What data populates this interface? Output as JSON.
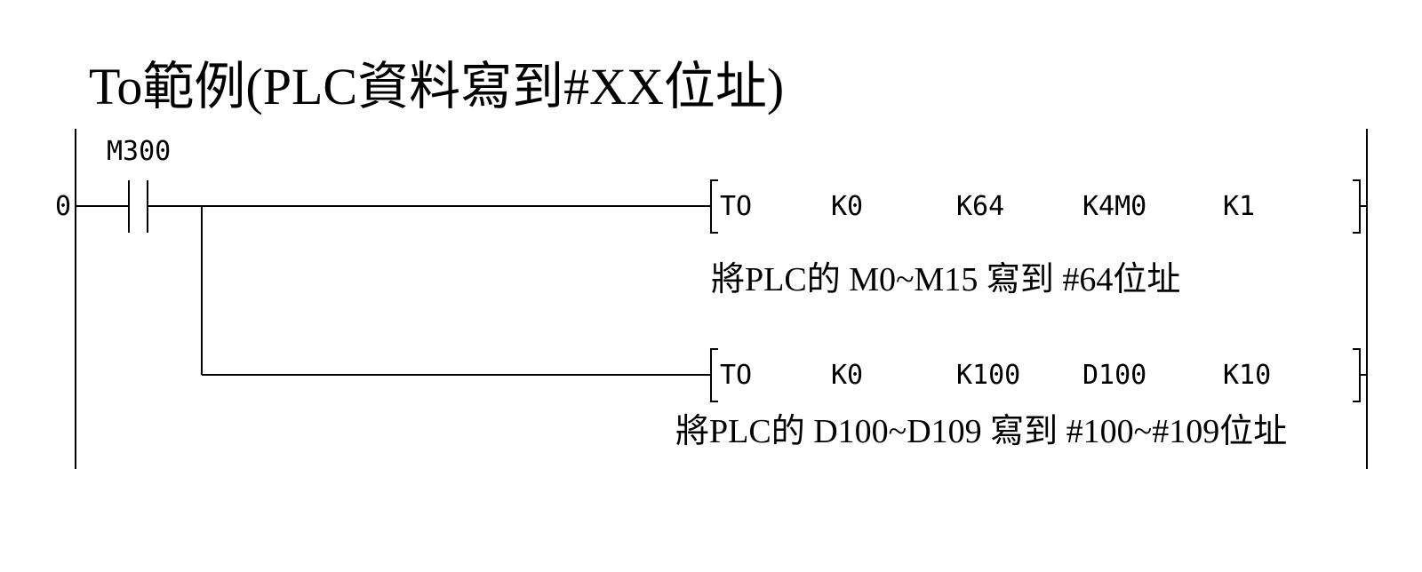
{
  "title": "To範例(PLC資料寫到#XX位址)",
  "ladder": {
    "step_number": "0",
    "contact_label": "M300",
    "rungs": [
      {
        "instruction": "TO",
        "operands": [
          "K0",
          "K64",
          "K4M0",
          "K1"
        ],
        "note": "將PLC的 M0~M15 寫到 #64位址"
      },
      {
        "instruction": "TO",
        "operands": [
          "K0",
          "K100",
          "D100",
          "K10"
        ],
        "note": "將PLC的 D100~D109 寫到 #100~#109位址"
      }
    ]
  }
}
